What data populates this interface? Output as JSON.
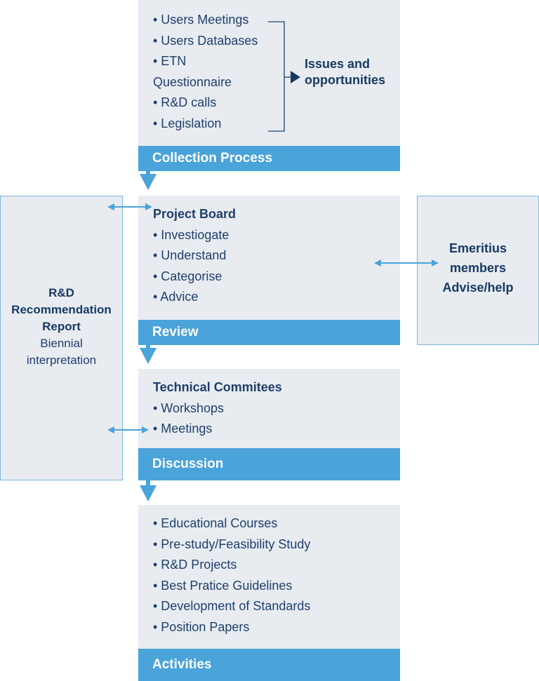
{
  "inputs": {
    "items": [
      "• Users Meetings",
      "• Users Databases",
      "• ETN",
      "Questionnaire",
      "• R&D calls",
      "• Legislation"
    ],
    "outcome": [
      "Issues and",
      "opportunities"
    ]
  },
  "collection": {
    "label": "Collection Process"
  },
  "project_board": {
    "title": "Project Board",
    "items": [
      "• Investiogate",
      "• Understand",
      "• Categorise",
      "• Advice"
    ]
  },
  "review": {
    "label": "Review"
  },
  "technical": {
    "title": "Technical Commitees",
    "items": [
      "• Workshops",
      "• Meetings"
    ]
  },
  "discussion": {
    "label": "Discussion"
  },
  "activities_list": {
    "items": [
      "• Educational Courses",
      "• Pre-study/Feasibility Study",
      "• R&D Projects",
      "• Best Pratice Guidelines",
      "• Development of Standards",
      "• Position Papers"
    ]
  },
  "activities": {
    "label": "Activities"
  },
  "report": {
    "lines_bold": [
      "R&D",
      "Recommendation",
      "Report"
    ],
    "lines_normal": [
      "Biennial",
      "interpretation"
    ]
  },
  "emeritius": {
    "lines": [
      "Emeritius",
      "members",
      "Advise/help"
    ]
  },
  "colors": {
    "panel": "#e8ecf1",
    "bar": "#4aa3d9",
    "text": "#1f3f6b",
    "arrow": "#4aa3d9"
  }
}
